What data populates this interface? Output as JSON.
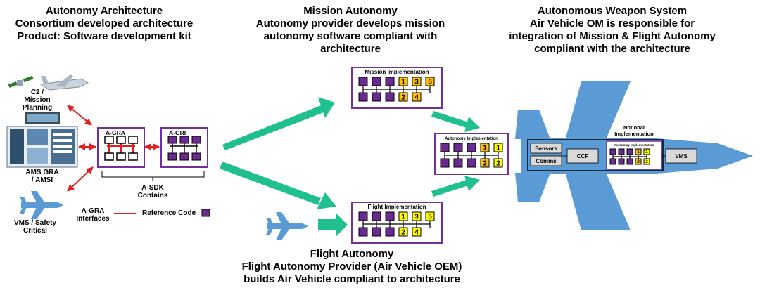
{
  "architecture": {
    "title": "Autonomy Architecture",
    "line1": "Consortium developed architecture",
    "line2": "Product: Software development kit"
  },
  "mission": {
    "title": "Mission Autonomy",
    "line1": "Autonomy provider develops mission",
    "line2": "autonomy software compliant with",
    "line3": "architecture"
  },
  "weapon": {
    "title": "Autonomous Weapon System",
    "line1": "Air Vehicle OM is responsible for",
    "line2": "integration of Mission & Flight Autonomy",
    "line3": "compliant with the architecture"
  },
  "flight": {
    "title": "Flight Autonomy",
    "line1": "Flight Autonomy Provider (Air Vehicle OEM)",
    "line2": "builds Air Vehicle compliant to architecture"
  },
  "left_labels": {
    "c2": "C2 /",
    "c2b": "Mission",
    "c2c": "Planning",
    "ams": "AMS  GRA",
    "ams2": "/ AMSI",
    "vms": "VMS / Safety",
    "vms2": "Critical"
  },
  "sdk": {
    "agra": "A-GRA",
    "agri": "A-GRI",
    "asdk": "A-SDK",
    "contains": "Contains",
    "interfaces1": "A-GRA",
    "interfaces2": "Interfaces",
    "reference_code": "Reference Code"
  },
  "boxes": {
    "mission_impl": "Mission Implementation",
    "autonomy_impl": "Autonomy  Implementation",
    "flight_impl": "Flight Implementation",
    "notional": "Notional",
    "notional2": "Implementation",
    "aircraft_impl": "Autonomy  Implementation"
  },
  "aircraft": {
    "sensors": "Sensors",
    "comms": "Comms",
    "ccf": "CCF",
    "vms": "VMS"
  },
  "numbers": {
    "n1": "1",
    "n2": "2",
    "n3": "3",
    "n4": "4",
    "n5": "5"
  },
  "colors": {
    "purple": "#6B2A8F",
    "frame": "#7030A0",
    "yellow": "#FFC000",
    "bright_yellow": "#FFFF00",
    "teal": "#1FBF8F",
    "blue": "#5B9BD5",
    "red": "#E02020"
  }
}
